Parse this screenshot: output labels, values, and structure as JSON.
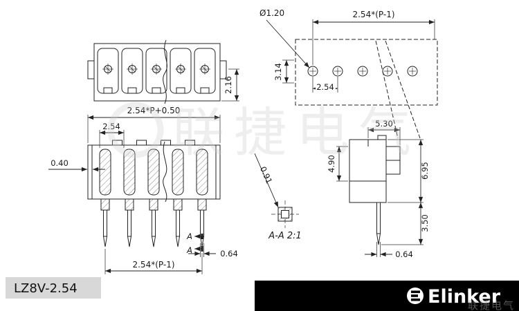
{
  "footer": {
    "model": "LZ8V-2.54",
    "brand": "Elinker"
  },
  "watermark": {
    "text": "联捷电气"
  },
  "views": {
    "top": {
      "height": "2.16"
    },
    "holes": {
      "diameter": "Ø1.20",
      "span": "2.54*(P-1)",
      "height": "3.14",
      "pitch": "2.54"
    },
    "front": {
      "width": "2.54*P+0.50",
      "pitch": "2.54",
      "wall": "0.40",
      "pin_span": "2.54*(P-1)",
      "pin_width": "0.64",
      "section_mark": "A"
    },
    "side": {
      "width": "5.30",
      "upper_height": "4.90",
      "total_height": "6.95",
      "pin_length": "3.50",
      "pin_width": "0.64"
    },
    "section": {
      "label": "A-A 2:1",
      "diagonal": "0.91"
    }
  }
}
